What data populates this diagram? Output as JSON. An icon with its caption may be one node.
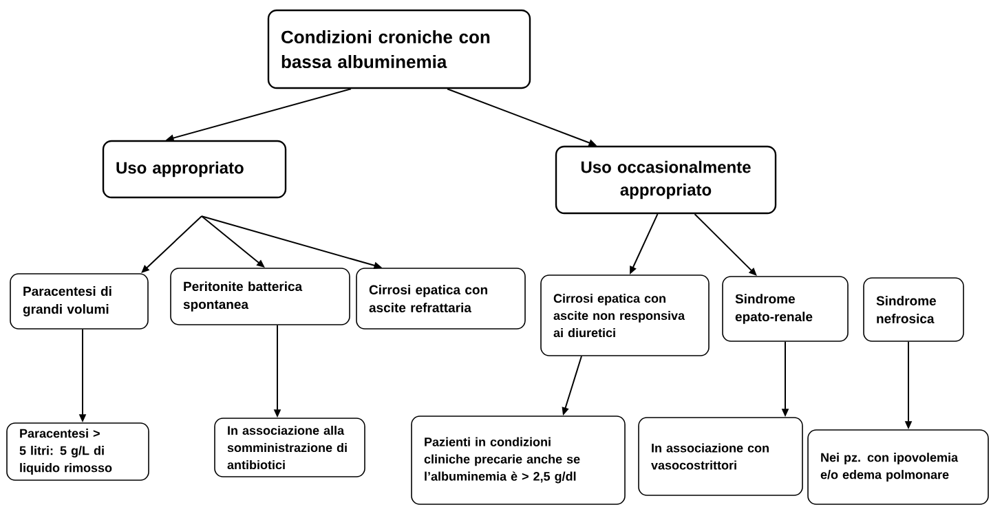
{
  "diagram": {
    "nodes": [
      {
        "text": [
          "Condizioni croniche con bassa albuminemia"
        ]
      },
      {
        "text": [
          "Uso appropriato"
        ]
      },
      {
        "text": [
          "Uso occasionalmente appropriato"
        ]
      },
      {
        "text": [
          "Paracentesi di grandi volumi"
        ]
      },
      {
        "text": [
          "Peritonite batterica spontanea"
        ]
      },
      {
        "text": [
          "Cirrosi epatica con ascite refrattaria"
        ]
      },
      {
        "text": [
          "Cirrosi epatica con ascite non responsiva ai diuretici"
        ]
      },
      {
        "text": [
          "Sindrome epato-renale"
        ]
      },
      {
        "text": [
          "Sindrome nefrosica"
        ]
      },
      {
        "text": [
          "Paracentesi > 5 litri: 5 g/L di liquido rimosso"
        ]
      },
      {
        "text": [
          "In associazione alla somministrazione di antibiotici"
        ]
      },
      {
        "text": [
          "Pazienti in condizioni cliniche precarie anche se l’albuminemia è > 2,5 g/dl"
        ]
      },
      {
        "text": [
          "In associazione con vasocostrittori"
        ]
      },
      {
        "text": [
          "Nei pz. con ipovolemia e/o edema polmonare"
        ]
      }
    ],
    "edges": [
      {
        "from": 0,
        "to": 1,
        "arrow": "to"
      },
      {
        "from": 0,
        "to": 2,
        "arrow": "to"
      },
      {
        "from": 1,
        "to": 3,
        "arrow": "to"
      },
      {
        "from": 1,
        "to": 4,
        "arrow": "to"
      },
      {
        "from": 1,
        "to": 5,
        "arrow": "to"
      },
      {
        "from": 2,
        "to": 6,
        "arrow": "to"
      },
      {
        "from": 2,
        "to": 7,
        "arrow": "to"
      },
      {
        "from": 3,
        "to": 9,
        "arrow": "to"
      },
      {
        "from": 4,
        "to": 10,
        "arrow": "to"
      },
      {
        "from": 6,
        "to": 11,
        "arrow": "to"
      },
      {
        "from": 7,
        "to": 12,
        "arrow": "to"
      },
      {
        "from": 8,
        "to": 13,
        "arrow": "to"
      }
    ]
  }
}
